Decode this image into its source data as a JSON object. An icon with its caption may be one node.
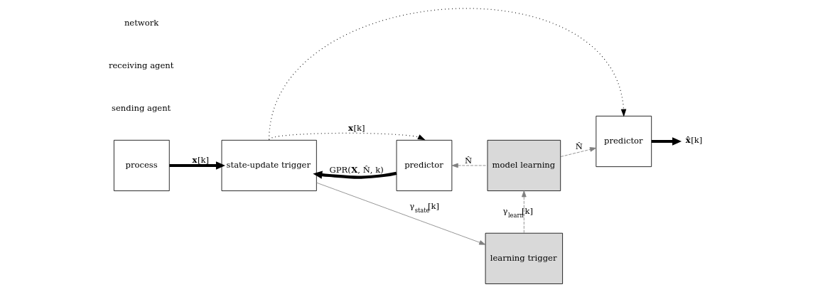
{
  "diagram": {
    "nodes": [
      {
        "text": [
          "process"
        ]
      },
      {
        "text": [
          "state-update trigger"
        ]
      },
      {
        "text": [
          "predictor"
        ]
      },
      {
        "text": [
          "model learning"
        ]
      },
      {
        "text": [
          "learning trigger"
        ]
      },
      {
        "text": [
          "predictor"
        ]
      },
      {
        "text": [
          "**x̂**[k]"
        ]
      }
    ],
    "edges": [
      {
        "from": 0,
        "to": 1,
        "arrow": "to",
        "label": "**x**[k]",
        "style": "thick"
      },
      {
        "from": 2,
        "to": 1,
        "arrow": "to",
        "label": "GPR(**X**, N̂, k)",
        "style": "thick"
      },
      {
        "from": 1,
        "to": 2,
        "arrow": "to",
        "label": "**x**[k]",
        "style": "dashed"
      },
      {
        "from": 1,
        "to": 5,
        "arrow": "to",
        "style": "dashed"
      },
      {
        "from": 3,
        "to": 2,
        "arrow": "to",
        "label": "N̂",
        "style": "dashed",
        "color": "#808080"
      },
      {
        "from": 3,
        "to": 5,
        "arrow": "to",
        "label": "N̂",
        "style": "dashed",
        "color": "#808080"
      },
      {
        "from": 1,
        "to": 4,
        "arrow": "to",
        "label": "γ$_{state}$[k]",
        "color": "#808080"
      },
      {
        "from": 4,
        "to": 3,
        "arrow": "to",
        "label": "γ$_{learn}$[k]",
        "style": "dashed",
        "color": "#808080"
      },
      {
        "from": 5,
        "to": 6,
        "arrow": "to",
        "style": "thick"
      }
    ],
    "labels": [
      "sending agent",
      "receiving agent",
      "network"
    ]
  }
}
